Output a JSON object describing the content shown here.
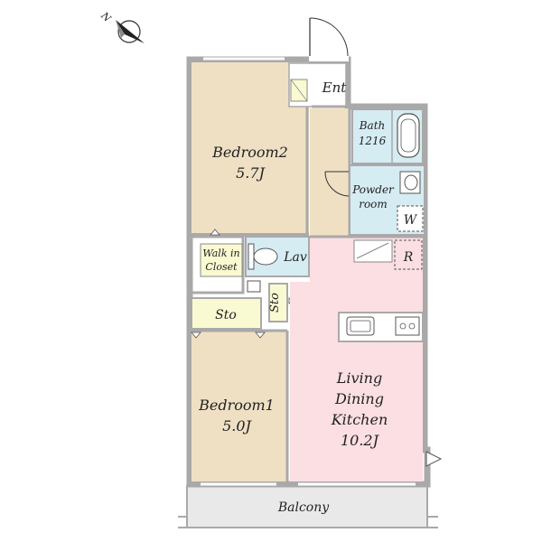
{
  "compass": {
    "north_label": "N"
  },
  "rooms": {
    "entrance": {
      "label": "Ent"
    },
    "bath": {
      "label": "Bath",
      "size": "1216"
    },
    "powder_room": {
      "line1": "Powder",
      "line2": "room"
    },
    "washer": {
      "label": "W"
    },
    "bedroom2": {
      "label": "Bedroom2",
      "size": "5.7J"
    },
    "walk_in_closet": {
      "line1": "Walk in",
      "line2": "Closet"
    },
    "lavatory": {
      "label": "Lav"
    },
    "refrigerator": {
      "label": "R"
    },
    "storage1": {
      "label": "Sto"
    },
    "storage2": {
      "label": "Sto"
    },
    "bedroom1": {
      "label": "Bedroom1",
      "size": "5.0J"
    },
    "ldk": {
      "line1": "Living",
      "line2": "Dining",
      "line3": "Kitchen",
      "size": "10.2J"
    },
    "balcony": {
      "label": "Balcony"
    }
  },
  "colors": {
    "bedroom_floor": "#efe0c4",
    "ldk_floor": "#fbdfe3",
    "wet_area": "#d6ecf3",
    "storage": "#fafad2",
    "hall": "#efe0c4",
    "wall": "#a9a9a9",
    "balcony": "#e8e8e8"
  }
}
